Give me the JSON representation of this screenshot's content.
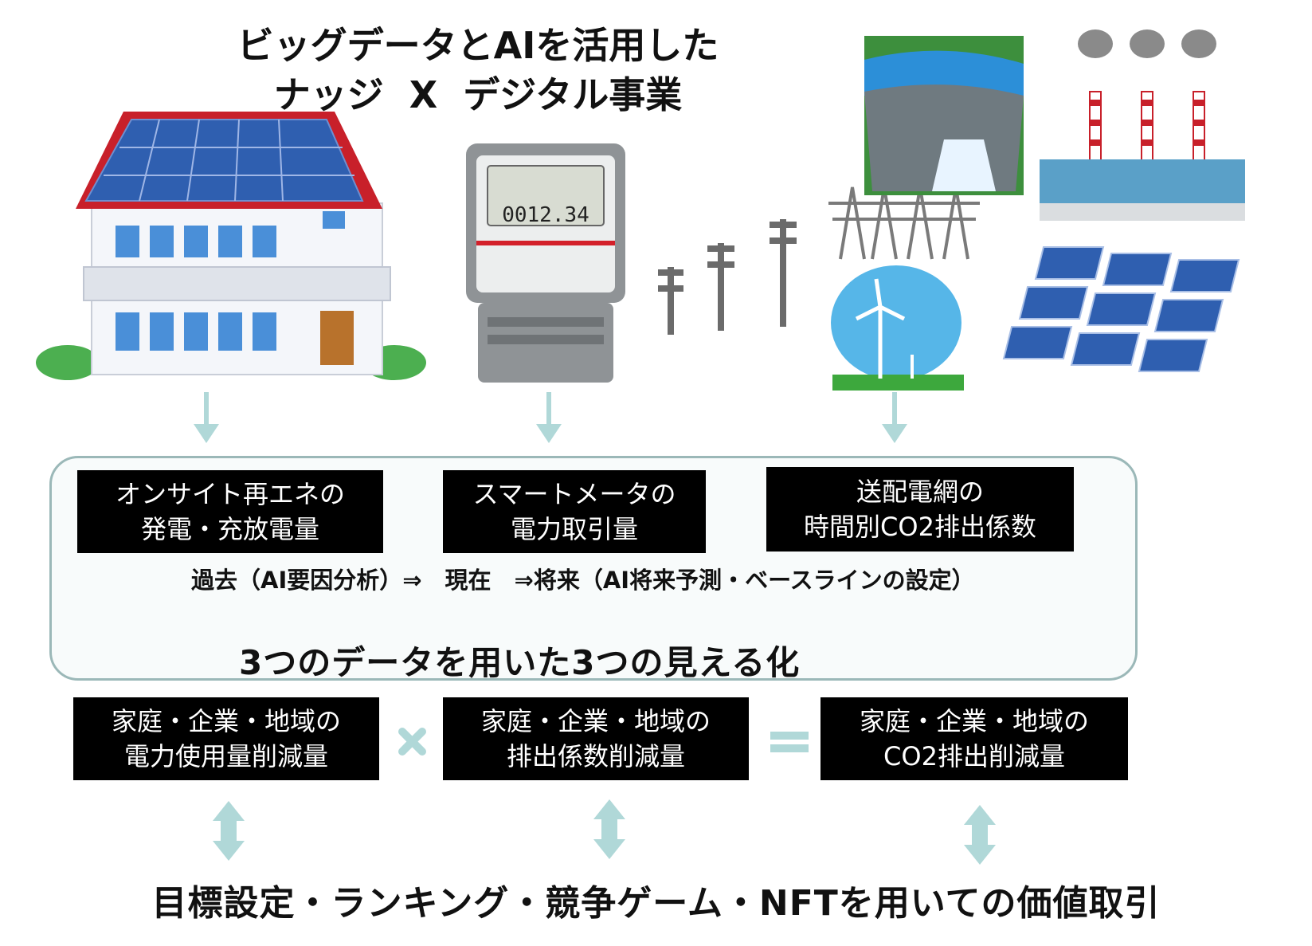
{
  "title": {
    "line1": "ビッグデータとAIを活用した",
    "line2": "ナッジ  X  デジタル事業"
  },
  "illustrations": {
    "house": "house-with-solar-icon",
    "meter": "smart-meter-icon",
    "grid": "power-grid-icon",
    "meter_display": "0012.34"
  },
  "data_sources": [
    {
      "line1": "オンサイト再エネの",
      "line2": "発電・充放電量"
    },
    {
      "line1": "スマートメータの",
      "line2": "電力取引量"
    },
    {
      "line1": "送配電網の",
      "line2": "時間別CO2排出係数"
    }
  ],
  "timeline": "過去（AI要因分析）⇒　現在　⇒将来（AI将来予測・ベースラインの設定）",
  "visualization": "3つのデータを用いた3つの見える化",
  "reductions": [
    {
      "line1": "家庭・企業・地域の",
      "line2": "電力使用量削減量"
    },
    {
      "line1": "家庭・企業・地域の",
      "line2": "排出係数削減量"
    },
    {
      "line1": "家庭・企業・地域の",
      "line2": "CO2排出削減量"
    }
  ],
  "operators": {
    "multiply": "×",
    "equals": "＝"
  },
  "footer": "目標設定・ランキング・競争ゲーム・NFTを用いての価値取引",
  "colors": {
    "arrow": "#b0d8d8",
    "panel_border": "#9bb8b8",
    "solar_blue": "#2f5fb0",
    "roof_red": "#c8202a",
    "box_bg": "#000000"
  }
}
